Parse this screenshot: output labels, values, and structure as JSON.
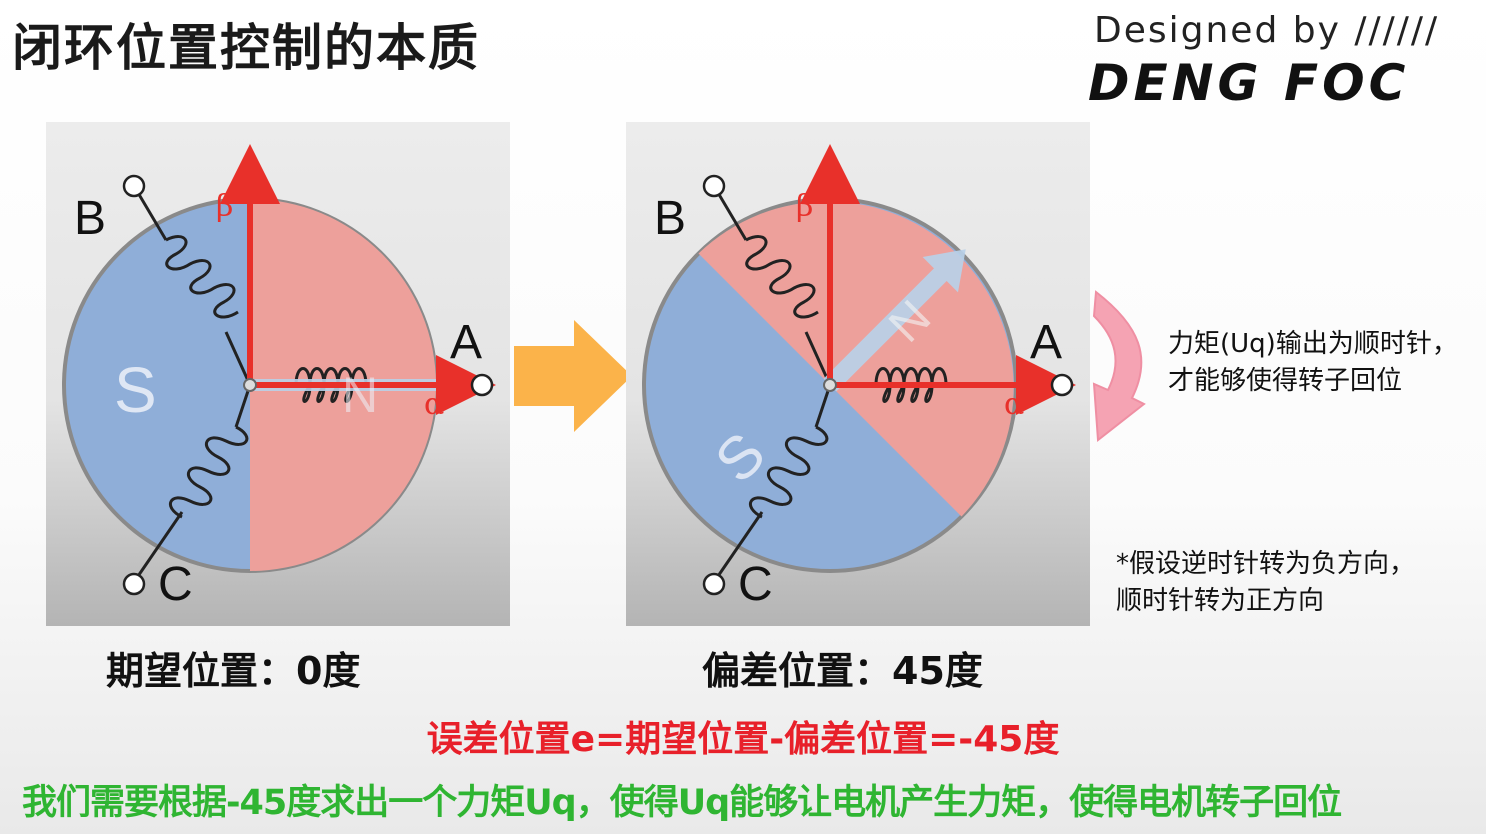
{
  "title": "闭环位置控制的本质",
  "brand": {
    "line1": "Designed by  //////",
    "line2": "DENG FOC"
  },
  "left_panel": {
    "caption": "期望位置：0度",
    "labels": {
      "a": "A",
      "b": "B",
      "c": "C",
      "s": "S",
      "n": "N",
      "alpha": "α",
      "beta": "β"
    }
  },
  "right_panel": {
    "caption": "偏差位置：45度",
    "labels": {
      "a": "A",
      "b": "B",
      "c": "C",
      "s": "S",
      "n": "N",
      "alpha": "α",
      "beta": "β"
    }
  },
  "notes": {
    "torque": "力矩(Uq)输出为顺时针，\n才能够使得转子回位",
    "direction": "*假设逆时针转为负方向，\n顺时针转为正方向"
  },
  "error_formula": "误差位置e=期望位置-偏差位置=-45度",
  "conclusion": "我们需要根据-45度求出一个力矩Uq，使得Uq能够让电机产生力矩，使得电机转子回位",
  "colors": {
    "red_half": "#eda09b",
    "blue_half": "#8faed8",
    "axis_red": "#e8302a",
    "rotor_arrow": "#b8d0e8",
    "big_arrow": "#fbb34a",
    "curved_arrow": "#f5a3b3",
    "error_text": "#e8202a",
    "conclusion_text": "#2fb532"
  }
}
